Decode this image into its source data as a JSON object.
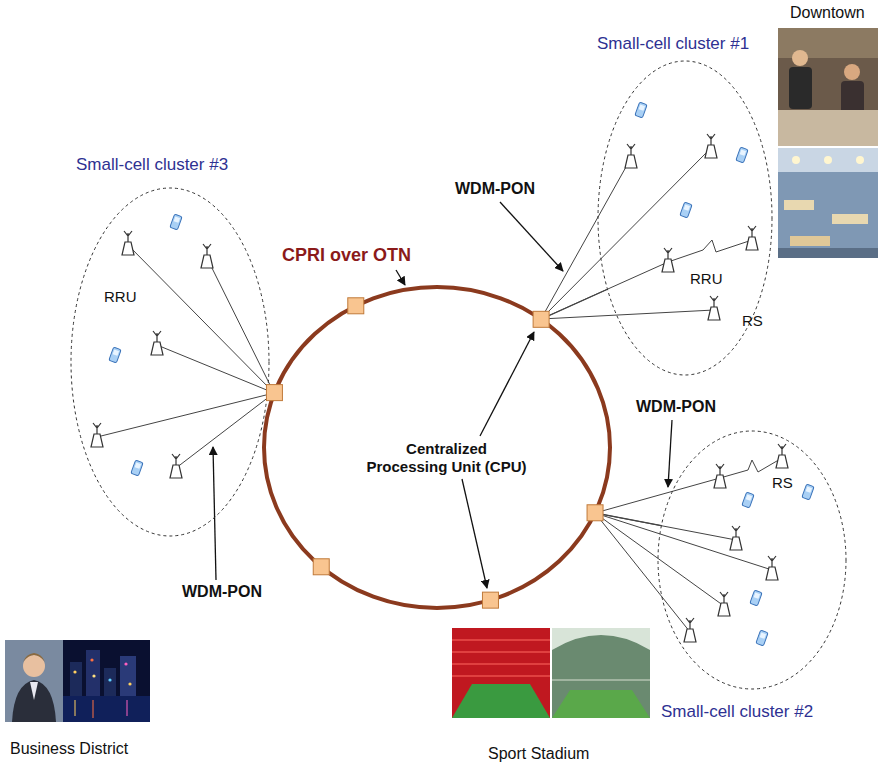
{
  "diagram": {
    "nodes": [
      {
        "text": [
          "Small-cell cluster #1"
        ]
      },
      {
        "text": [
          "Small-cell cluster #3"
        ]
      },
      {
        "text": [
          "CPRI over OTN"
        ]
      },
      {
        "text": [
          "Small-cell cluster #2"
        ]
      }
    ],
    "edges": [
      {
        "from": 2,
        "to": 0,
        "arrow": "none"
      },
      {
        "from": 2,
        "to": 1,
        "arrow": "none"
      },
      {
        "from": 2,
        "to": 3,
        "arrow": "none"
      }
    ],
    "labels": [
      "Downtown",
      "WDM-PON",
      "RRU",
      "RRU",
      "RS",
      "WDM-PON",
      "Centralized Processing Unit (CPU)",
      "RS",
      "WDM-PON",
      "Business District",
      "Sport Stadium"
    ]
  }
}
